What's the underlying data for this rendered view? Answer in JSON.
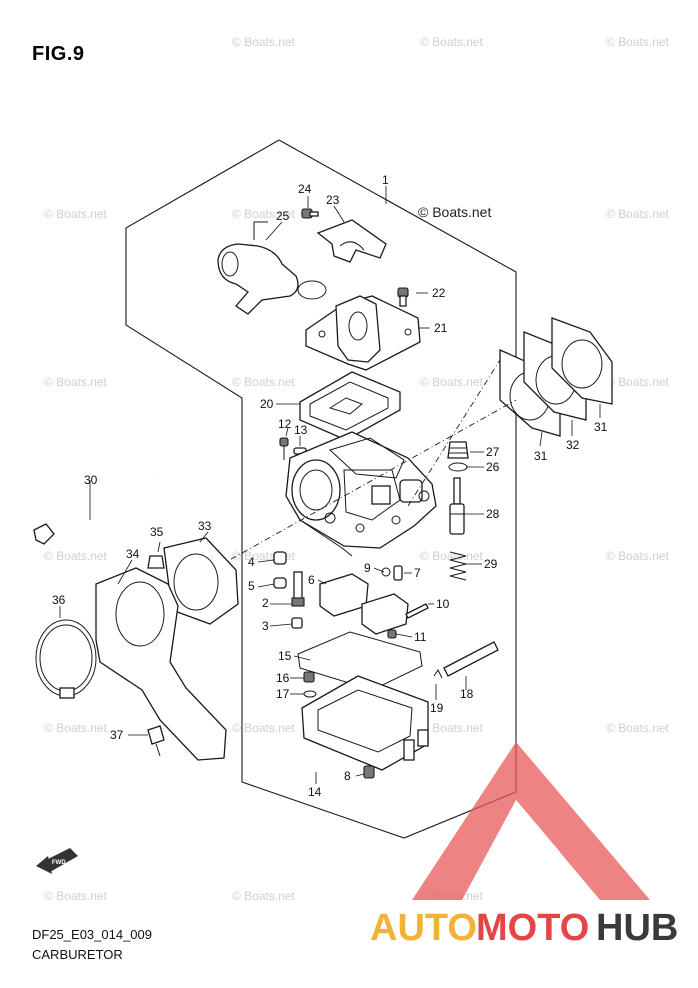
{
  "figure": {
    "title": "FIG.9",
    "code": "DF25_E03_014_009",
    "name": "CARBURETOR"
  },
  "watermark": {
    "text": "© Boats.net",
    "brand_parts": [
      "AUTO",
      "MOTO",
      "HUB"
    ],
    "colors": {
      "auto": "#f2b233",
      "moto": "#e64545",
      "hub": "#3a3a3a",
      "triangle": "#e85a5a"
    }
  },
  "callouts": [
    "1",
    "2",
    "3",
    "4",
    "5",
    "6",
    "7",
    "8",
    "9",
    "10",
    "11",
    "12",
    "13",
    "14",
    "15",
    "16",
    "17",
    "18",
    "19",
    "20",
    "21",
    "22",
    "23",
    "24",
    "25",
    "26",
    "27",
    "28",
    "29",
    "30",
    "31",
    "31",
    "32",
    "33",
    "34",
    "35",
    "36",
    "37"
  ]
}
